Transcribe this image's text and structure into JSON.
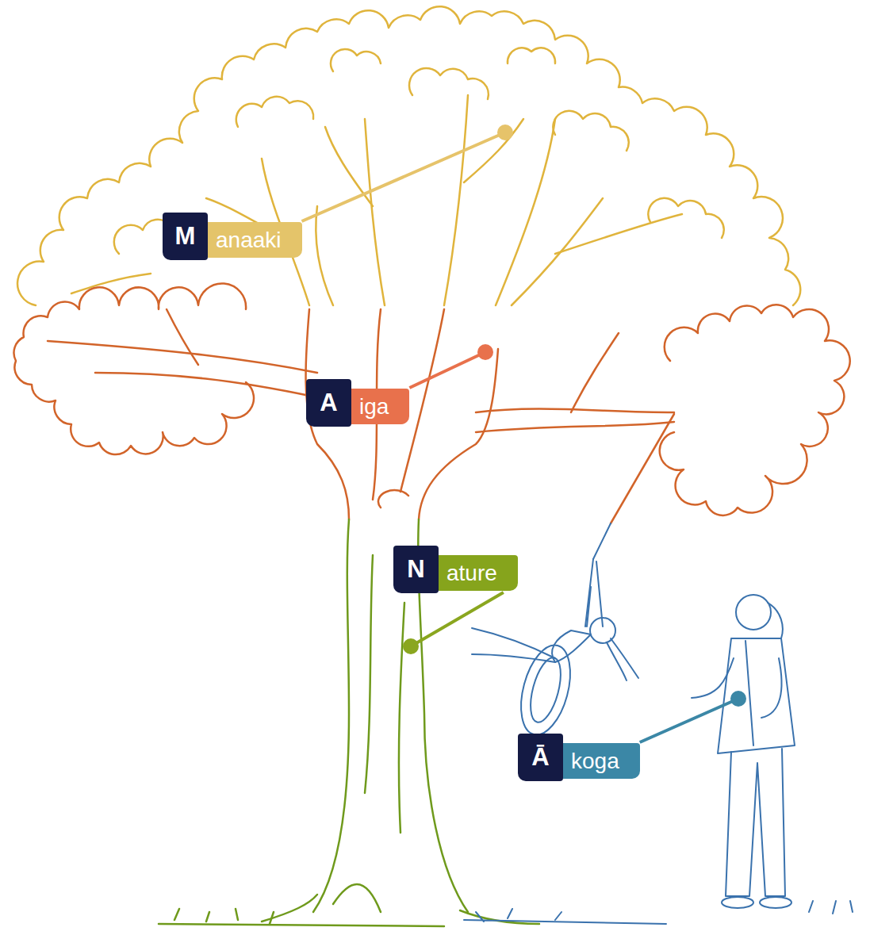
{
  "diagram": {
    "nodes": [
      {
        "text": [
          "M",
          "anaaki"
        ]
      },
      {
        "text": [
          "A",
          "iga"
        ]
      },
      {
        "text": [
          "N",
          "ature"
        ]
      },
      {
        "text": [
          "Ā",
          "koga"
        ]
      }
    ]
  }
}
